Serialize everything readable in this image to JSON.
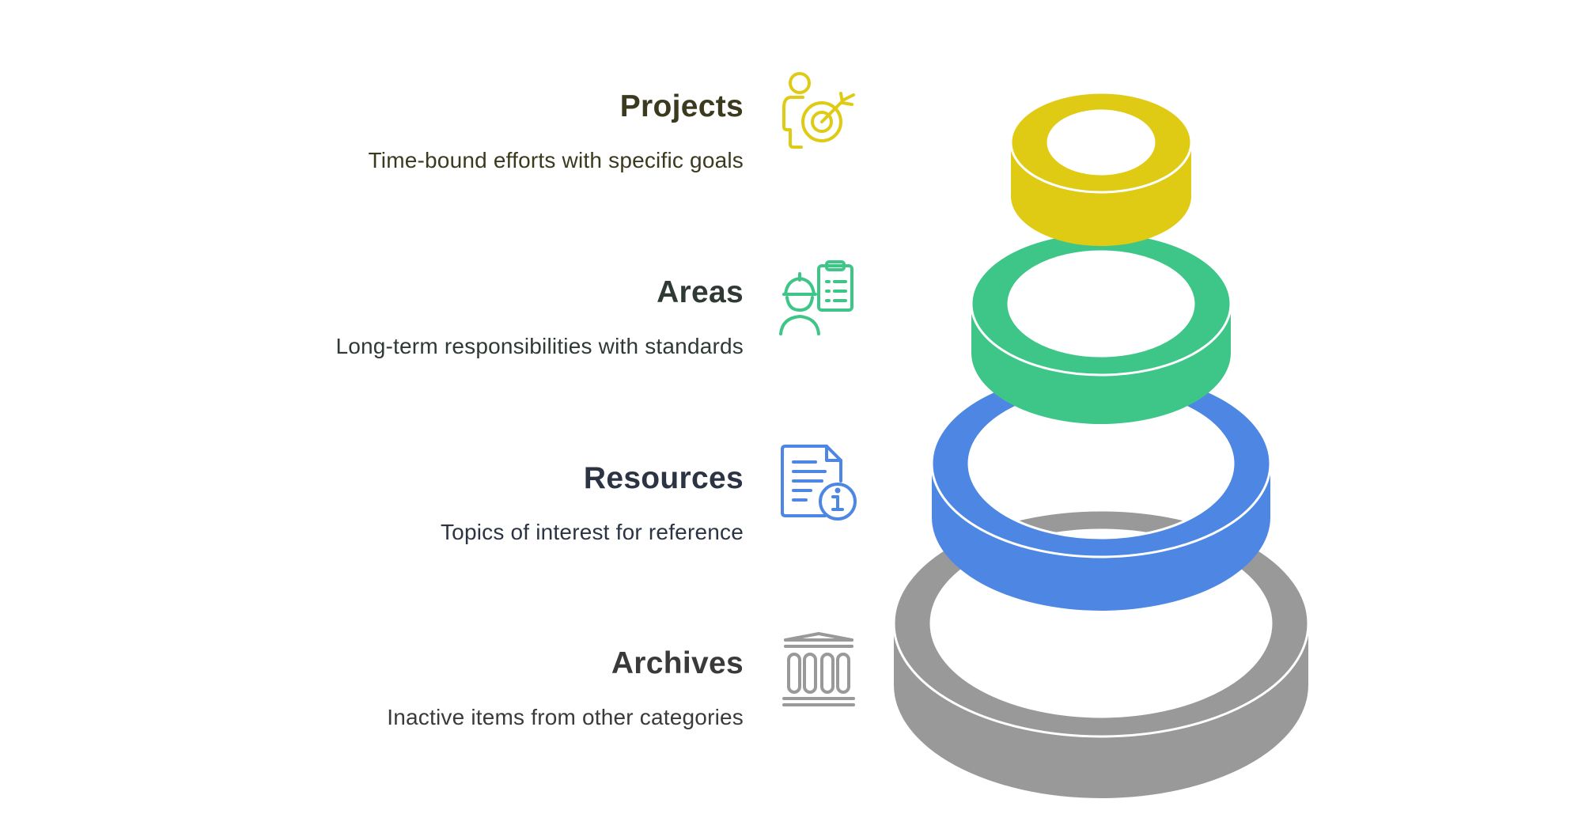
{
  "items": [
    {
      "key": "projects",
      "title": "Projects",
      "description": "Time-bound efforts with specific goals",
      "icon": "person-target-icon",
      "color": "#dfcb14",
      "title_color": "#3c3a1e"
    },
    {
      "key": "areas",
      "title": "Areas",
      "description": "Long-term responsibilities with standards",
      "icon": "worker-clipboard-icon",
      "color": "#3ec688",
      "title_color": "#2e3a33"
    },
    {
      "key": "resources",
      "title": "Resources",
      "description": "Topics of interest for reference",
      "icon": "document-info-icon",
      "color": "#4d87e3",
      "title_color": "#2c3444"
    },
    {
      "key": "archives",
      "title": "Archives",
      "description": "Inactive items from other categories",
      "icon": "archive-building-icon",
      "color": "#999999",
      "title_color": "#3a3a3a"
    }
  ]
}
